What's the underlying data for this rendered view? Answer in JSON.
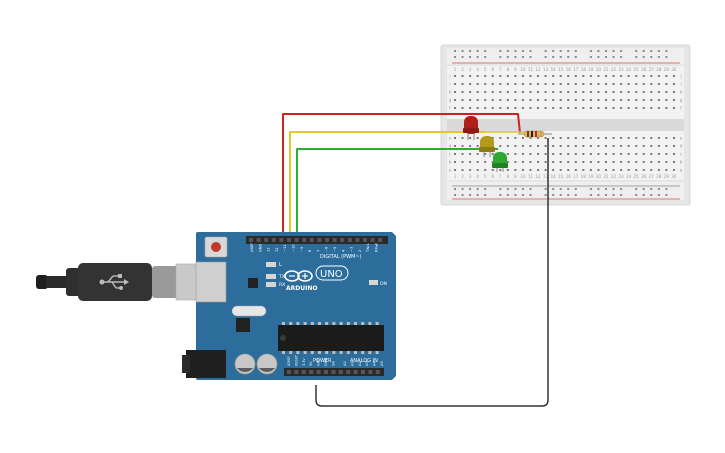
{
  "canvas": {
    "background": "#ffffff"
  },
  "arduino": {
    "brand": "ARDUINO",
    "model": "UNO",
    "header_digital": "DIGITAL (PWM~)",
    "header_power": "POWER",
    "header_analog": "ANALOG IN",
    "led_on": "ON",
    "led_l": "L",
    "led_tx": "TX",
    "led_rx": "RX",
    "pin_labels_digital": [
      "AREF",
      "GND",
      "13",
      "12",
      "~11",
      "~10",
      "~9",
      "8",
      "7",
      "~6",
      "~5",
      "4",
      "~3",
      "2",
      "TX▸1",
      "RX◂0"
    ],
    "pin_labels_power": [
      "IOREF",
      "RESET",
      "3.3V",
      "5V",
      "GND",
      "GND",
      "Vin"
    ],
    "pin_labels_analog": [
      "A0",
      "A1",
      "A2",
      "A3",
      "A4",
      "A5"
    ],
    "board_color": "#2c6d9b"
  },
  "usb_cable": {
    "icon": "usb-icon"
  },
  "breadboard": {
    "column_numbers": [
      "1",
      "2",
      "3",
      "4",
      "5",
      "6",
      "7",
      "8",
      "9",
      "10",
      "11",
      "12",
      "13",
      "14",
      "15",
      "16",
      "17",
      "18",
      "19",
      "20",
      "21",
      "22",
      "23",
      "24",
      "25",
      "26",
      "27",
      "28",
      "29",
      "30"
    ],
    "row_letters_top": [
      "j",
      "i",
      "h",
      "g",
      "f"
    ],
    "row_letters_bottom": [
      "e",
      "d",
      "c",
      "b",
      "a"
    ]
  },
  "leds": [
    {
      "color": "red",
      "hex": "#b0201a"
    },
    {
      "color": "yellow",
      "hex": "#b39a1b"
    },
    {
      "color": "green",
      "hex": "#2fa82f"
    }
  ],
  "wires": [
    {
      "color": "red",
      "hex": "#cc2222"
    },
    {
      "color": "yellow",
      "hex": "#e5c72a"
    },
    {
      "color": "green",
      "hex": "#33aa33"
    },
    {
      "color": "black",
      "hex": "#333333"
    }
  ]
}
